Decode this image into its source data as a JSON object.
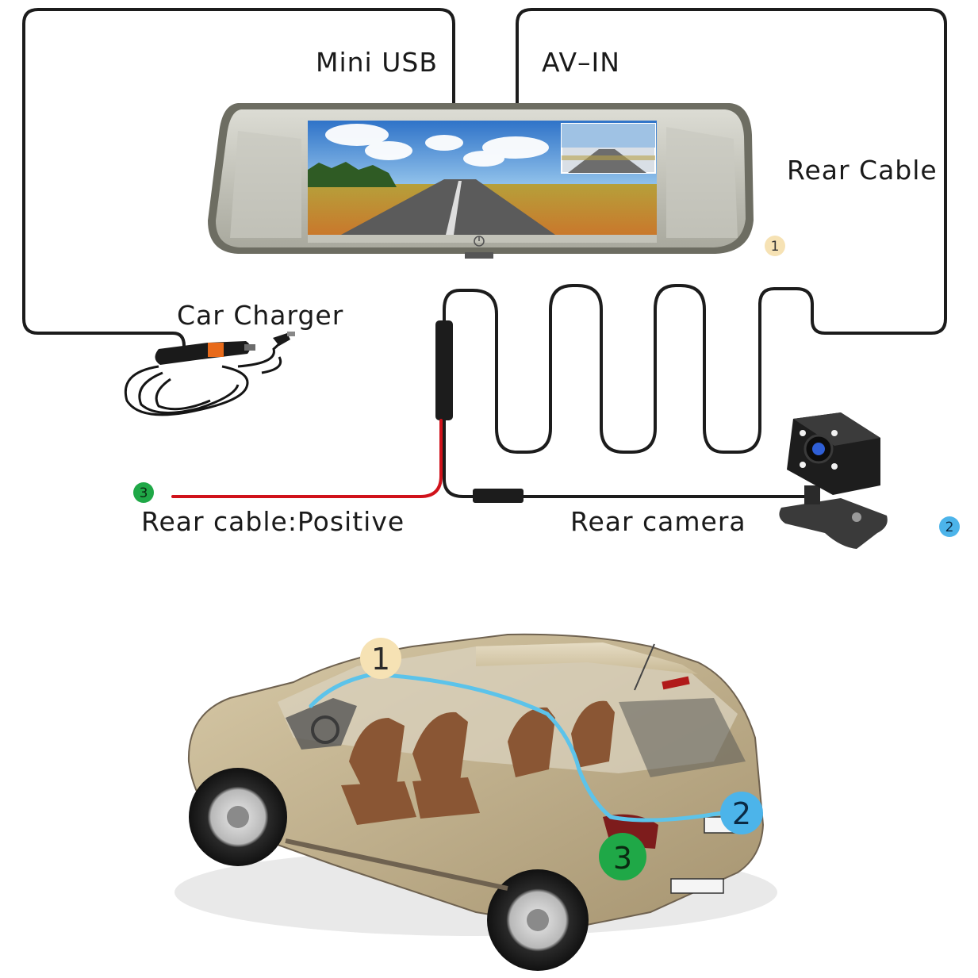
{
  "labels": {
    "mini_usb": "Mini USB",
    "av_in": "AV–IN",
    "rear_cable": "Rear Cable",
    "car_charger": "Car Charger",
    "rear_cable_positive": "Rear cable:Positive",
    "rear_camera": "Rear camera"
  },
  "markers": {
    "one": "1",
    "two": "2",
    "three": "3"
  },
  "colors": {
    "cable": "#1c1c1c",
    "positive_wire": "#d0121b",
    "marker_one": "#f6e2b4",
    "marker_two": "#4cb4ea",
    "marker_three": "#1fa847",
    "route_line": "#5cc3ea",
    "car_body": "#bfae8a"
  },
  "icons": {
    "mirror": "rearview-mirror-monitor-icon",
    "charger": "car-charger-icon",
    "camera": "rear-camera-icon",
    "car": "suv-cutaway-icon",
    "power": "power-button-icon"
  }
}
